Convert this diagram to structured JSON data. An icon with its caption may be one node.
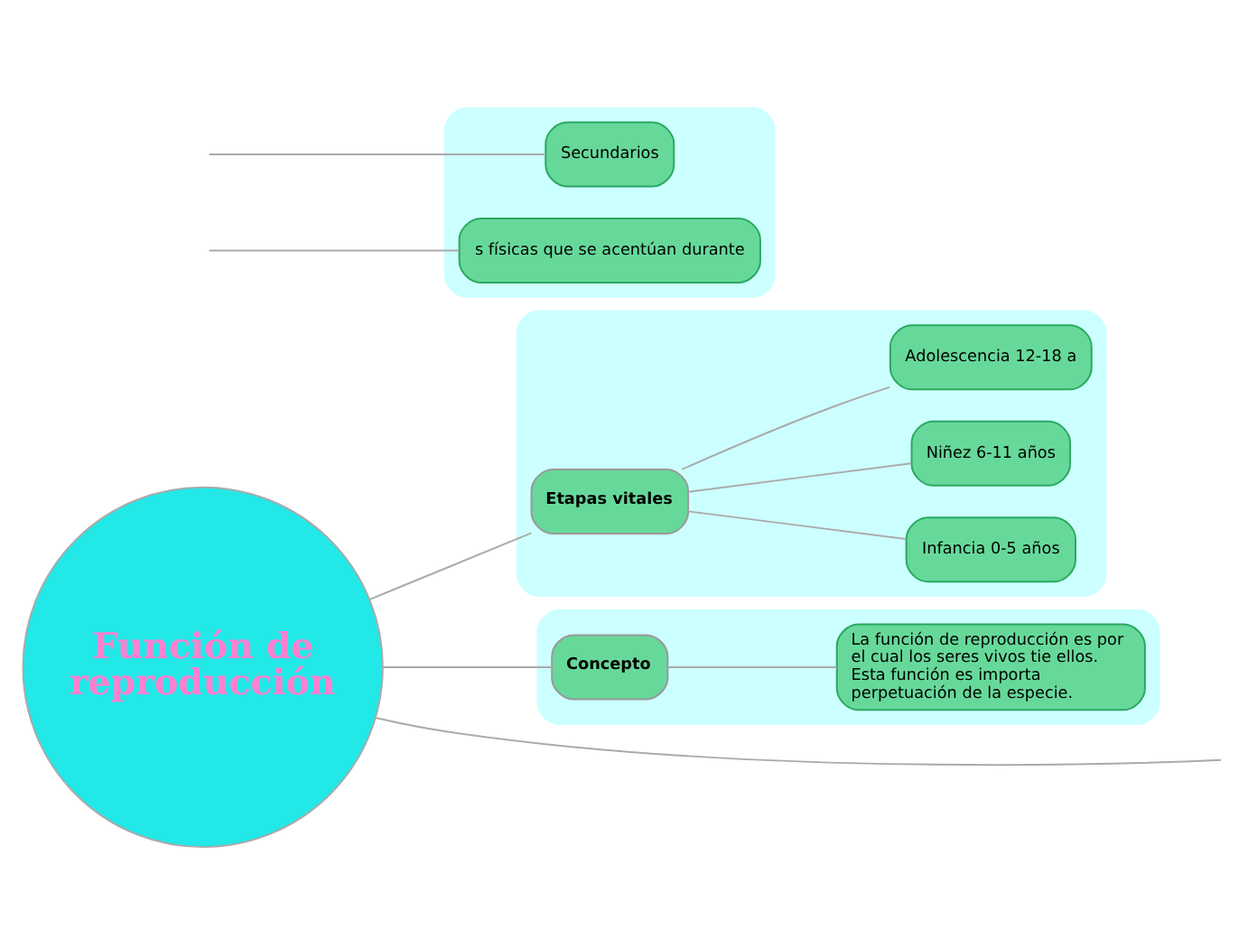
{
  "diagram": {
    "nodes": [
      {
        "text": [
          "Función de reproducción"
        ]
      },
      {
        "text": [],
        "shape": "band"
      },
      {
        "text": [
          "Secundarios"
        ],
        "in": 1
      },
      {
        "text": [
          "s físicas que se acentúan durante"
        ],
        "in": 1
      },
      {
        "text": [],
        "shape": "band"
      },
      {
        "text": [
          "Etapas vitales"
        ],
        "in": 4
      },
      {
        "text": [
          "Infancia 0-5 años"
        ],
        "in": 4
      },
      {
        "text": [
          "Niñez 6-11 años"
        ],
        "in": 4
      },
      {
        "text": [
          "Adolescencia 12-18 a"
        ],
        "in": 4
      },
      {
        "text": [],
        "shape": "band"
      },
      {
        "text": [
          "Concepto"
        ],
        "in": 9
      },
      {
        "text": [
          "La función de reproducción es por el cual los seres vivos tie ellos. Esta función es importa perpetuación de la especie."
        ],
        "in": 9
      }
    ],
    "edges": [
      {
        "from": 0,
        "to": null,
        "arrow": "none"
      },
      {
        "from": null,
        "to": 2,
        "arrow": "none"
      },
      {
        "from": null,
        "to": 3,
        "arrow": "none"
      },
      {
        "from": 0,
        "to": 5,
        "arrow": "none"
      },
      {
        "from": 5,
        "to": 6,
        "arrow": "none"
      },
      {
        "from": 5,
        "to": 7,
        "arrow": "none"
      },
      {
        "from": 5,
        "to": 8,
        "arrow": "none"
      },
      {
        "from": 0,
        "to": 10,
        "arrow": "none"
      },
      {
        "from": 10,
        "to": 11,
        "arrow": "none"
      }
    ]
  }
}
